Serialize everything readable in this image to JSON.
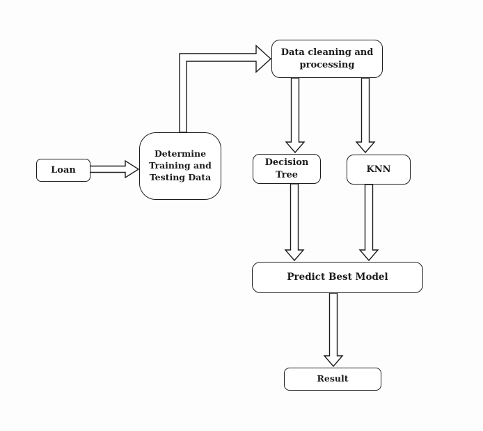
{
  "diagram": {
    "type": "flowchart",
    "background_color": "#fdfdfd",
    "node_fill_color": "#ffffff",
    "node_border_color": "#1c1c1c",
    "arrow_style": "hollow-open-arrow",
    "nodes": [
      {
        "id": "loan",
        "label": "Loan"
      },
      {
        "id": "determine-training-testing",
        "label": "Determine\nTraining and\nTesting Data"
      },
      {
        "id": "data-cleaning-processing",
        "label": "Data cleaning and\nprocessing"
      },
      {
        "id": "decision-tree",
        "label": "Decision Tree"
      },
      {
        "id": "knn",
        "label": "KNN"
      },
      {
        "id": "predict-best-model",
        "label": "Predict Best Model"
      },
      {
        "id": "result",
        "label": "Result"
      }
    ],
    "edges": [
      {
        "from": "loan",
        "to": "determine-training-testing"
      },
      {
        "from": "determine-training-testing",
        "to": "data-cleaning-processing"
      },
      {
        "from": "data-cleaning-processing",
        "to": "decision-tree"
      },
      {
        "from": "data-cleaning-processing",
        "to": "knn"
      },
      {
        "from": "decision-tree",
        "to": "predict-best-model"
      },
      {
        "from": "knn",
        "to": "predict-best-model"
      },
      {
        "from": "predict-best-model",
        "to": "result"
      }
    ]
  }
}
